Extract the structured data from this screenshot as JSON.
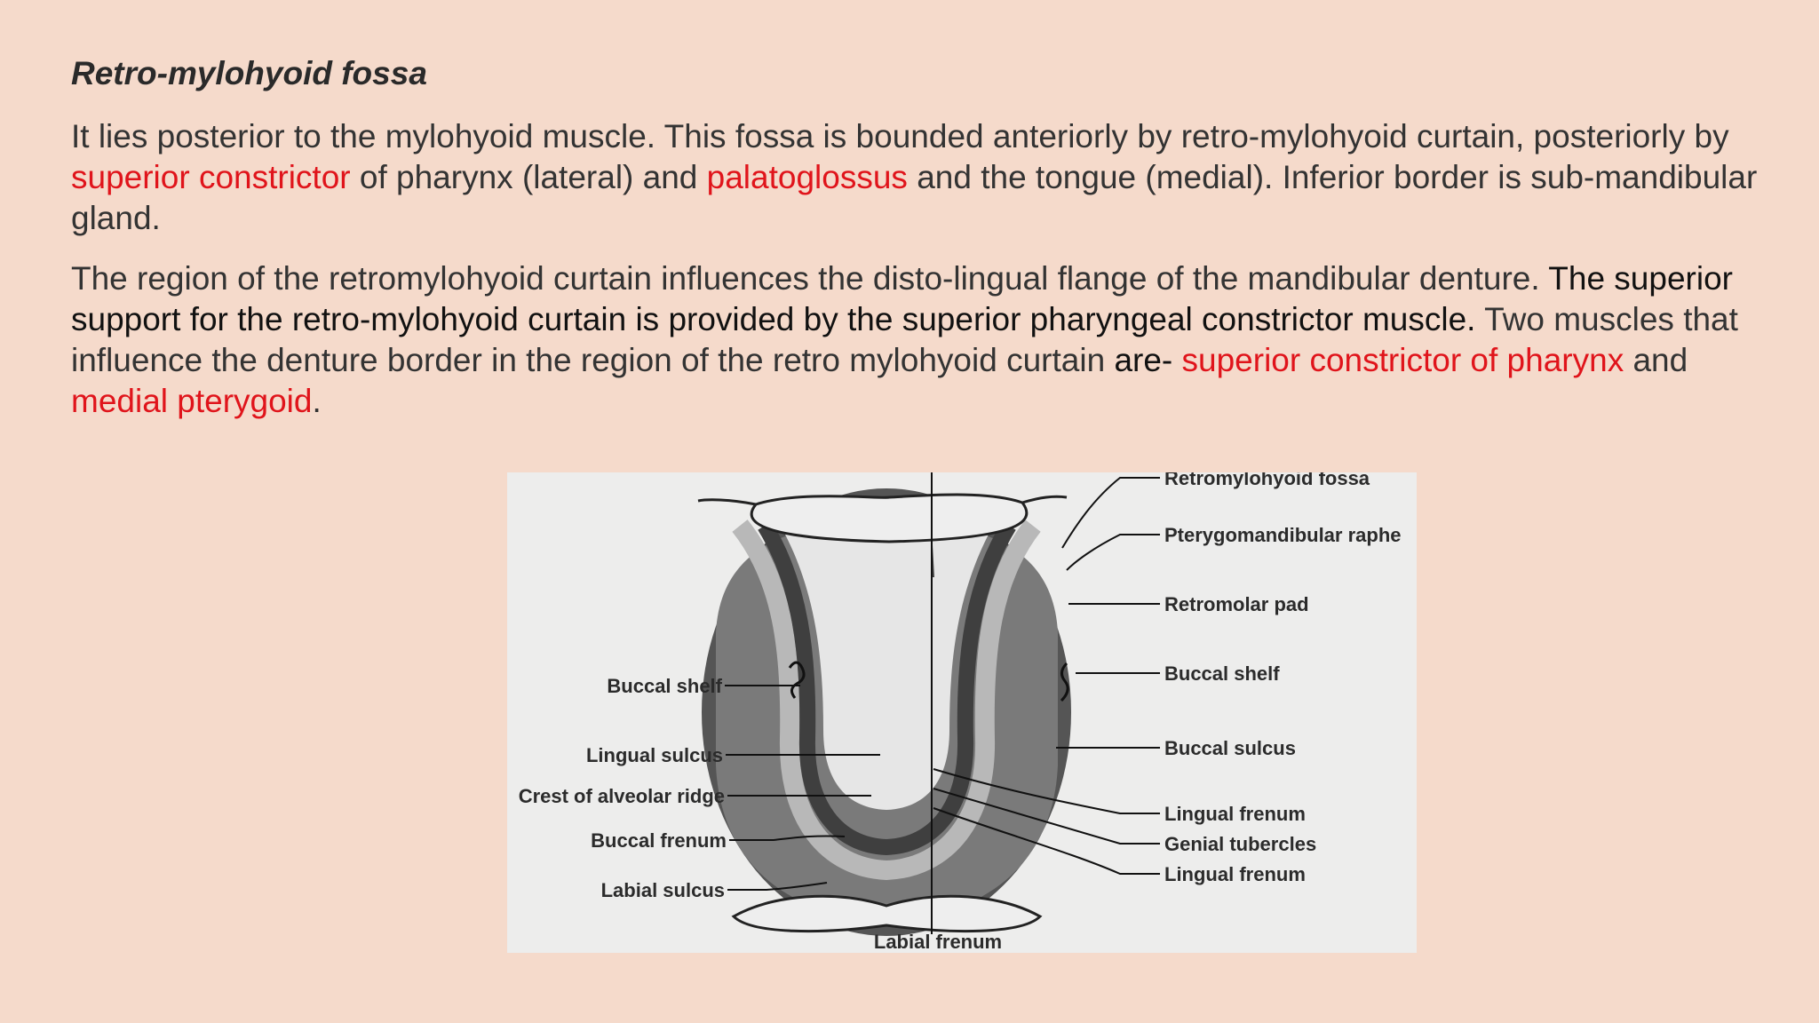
{
  "slide": {
    "heading": "Retro-mylohyoid fossa",
    "paragraph1": {
      "t1": "It lies posterior to the mylohyoid muscle. This fossa is bounded anteriorly by retro-mylohyoid curtain, posteriorly by ",
      "r1": "superior constrictor",
      "t2": " of pharynx (lateral) and ",
      "r2": "palatoglossus",
      "t3": " and the tongue (medial). Inferior border is sub-mandibular gland."
    },
    "paragraph2": {
      "t1": "The region of the retromylohyoid curtain influences the disto-lingual flange of the mandibular denture. ",
      "d1": "The superior support for the retro-mylohyoid curtain is provided by the superior pharyngeal constrictor muscle.",
      "t2": " Two muscles that influence the denture border in the region of the retro mylohyoid curtain ",
      "d2": "are-",
      "t3": " ",
      "r1": "superior constrictor of pharynx",
      "t4": " and ",
      "r2": "medial pterygoid",
      "t5": "."
    }
  },
  "figure": {
    "labels_right": {
      "retromylohyoid_fossa": "Retromylohyoid fossa",
      "pterygomandibular_raphe": "Pterygomandibular raphe",
      "retromolar_pad": "Retromolar pad",
      "buccal_shelf": "Buccal shelf",
      "buccal_sulcus": "Buccal sulcus",
      "lingual_frenum_1": "Lingual frenum",
      "genial_tubercles": "Genial tubercles",
      "lingual_frenum_2": "Lingual frenum"
    },
    "labels_left": {
      "buccal_shelf": "Buccal shelf",
      "lingual_sulcus": "Lingual sulcus",
      "crest_of_alveolar_ridge": "Crest of alveolar ridge",
      "buccal_frenum": "Buccal frenum",
      "labial_sulcus": "Labial sulcus"
    },
    "labels_bottom": {
      "labial_frenum": "Labial frenum"
    }
  }
}
